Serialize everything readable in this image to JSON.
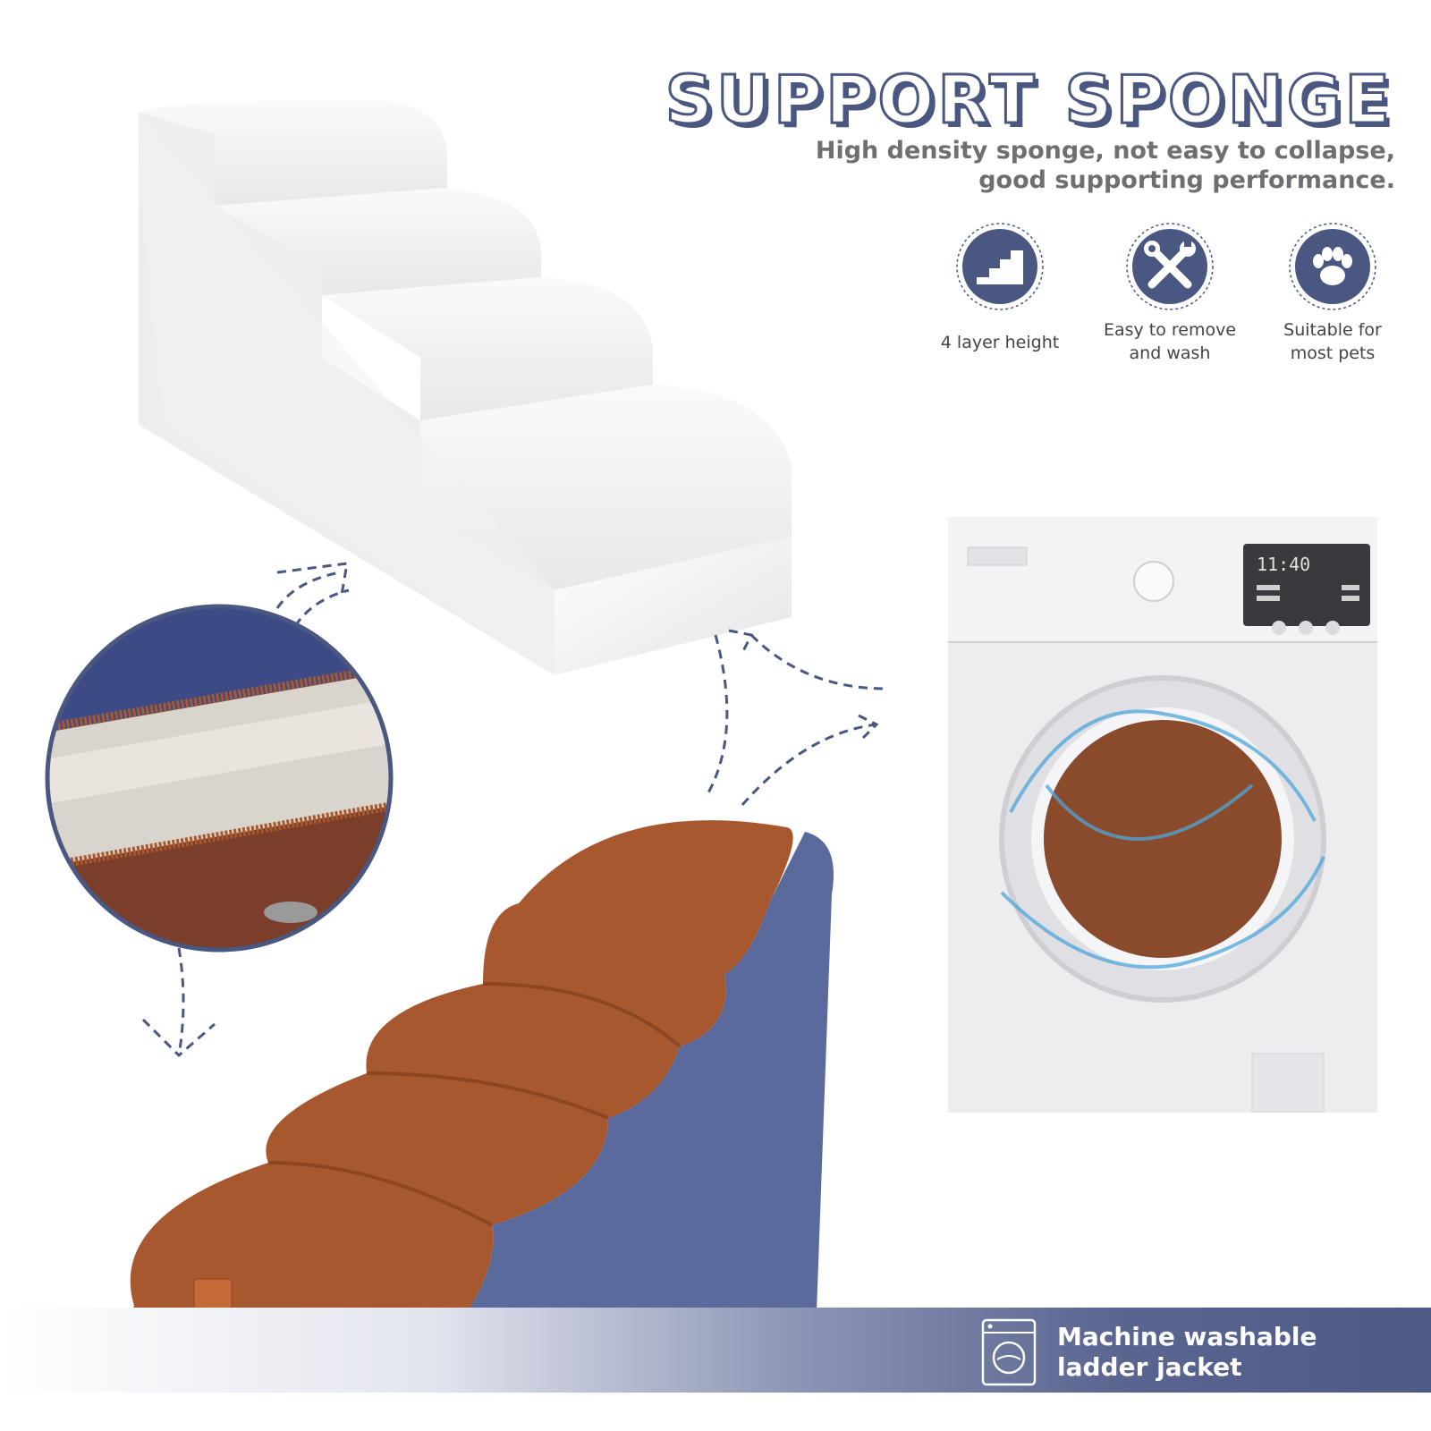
{
  "header": {
    "title": "SUPPORT SPONGE",
    "subtitle": "High density sponge, not easy to collapse,\ngood supporting performance."
  },
  "features": [
    {
      "icon": "stairs-icon",
      "label": "4 layer height"
    },
    {
      "icon": "tools-icon",
      "label": "Easy to remove\nand wash"
    },
    {
      "icon": "paw-icon",
      "label": "Suitable for\nmost pets"
    }
  ],
  "washer": {
    "display_time": "11:40"
  },
  "banner": {
    "icon": "washing-machine-icon",
    "text": "Machine washable\nladder jacket"
  },
  "colors": {
    "accent": "#4a5780",
    "cover_brown": "#a8582e",
    "cover_blue": "#5b6a9c",
    "sponge_white": "#f4f4f4"
  }
}
